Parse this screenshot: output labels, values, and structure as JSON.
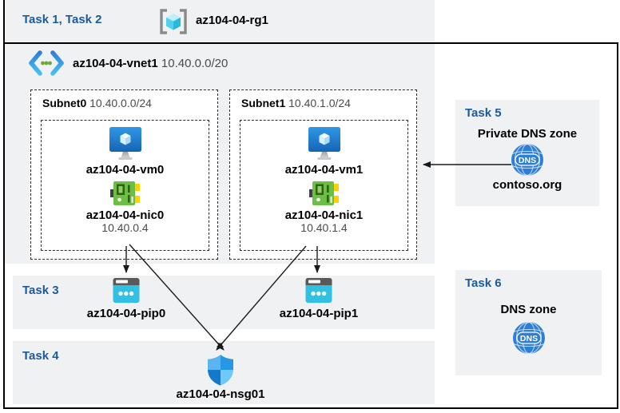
{
  "header": {
    "tasks": "Task 1, Task 2",
    "rg_name": "az104-04-rg1"
  },
  "vnet": {
    "name": "az104-04-vnet1",
    "cidr": "10.40.0.0/20",
    "subnets": [
      {
        "name": "Subnet0",
        "cidr": "10.40.0.0/24",
        "vm": "az104-04-vm0",
        "nic": "az104-04-nic0",
        "nic_ip": "10.40.0.4"
      },
      {
        "name": "Subnet1",
        "cidr": "10.40.1.0/24",
        "vm": "az104-04-vm1",
        "nic": "az104-04-nic1",
        "nic_ip": "10.40.1.4"
      }
    ]
  },
  "task3": {
    "label": "Task 3",
    "pip0": "az104-04-pip0",
    "pip1": "az104-04-pip1"
  },
  "task4": {
    "label": "Task 4",
    "nsg": "az104-04-nsg01"
  },
  "task5": {
    "label": "Task 5",
    "title": "Private DNS zone",
    "zone": "contoso.org",
    "icon_text": "DNS"
  },
  "task6": {
    "label": "Task 6",
    "title": "DNS zone",
    "icon_text": "DNS"
  },
  "colors": {
    "task_label_blue": "#1d5a99",
    "panel_gray": "#f0f1f3",
    "arrow_black": "#1a1a1a",
    "vm_blue": "#2f97e6",
    "nic_green": "#6cbe45",
    "nic_yellow": "#ffd100",
    "pip_cyan": "#31c0e2",
    "nsg_shield_blue": "#2697e3",
    "dns_globe_blue": "#2e7fd3",
    "vnet_chevron_blue": "#2d7fd9",
    "vnet_dot_green": "#71a832",
    "rg_cube_cyan": "#53d0f0"
  }
}
